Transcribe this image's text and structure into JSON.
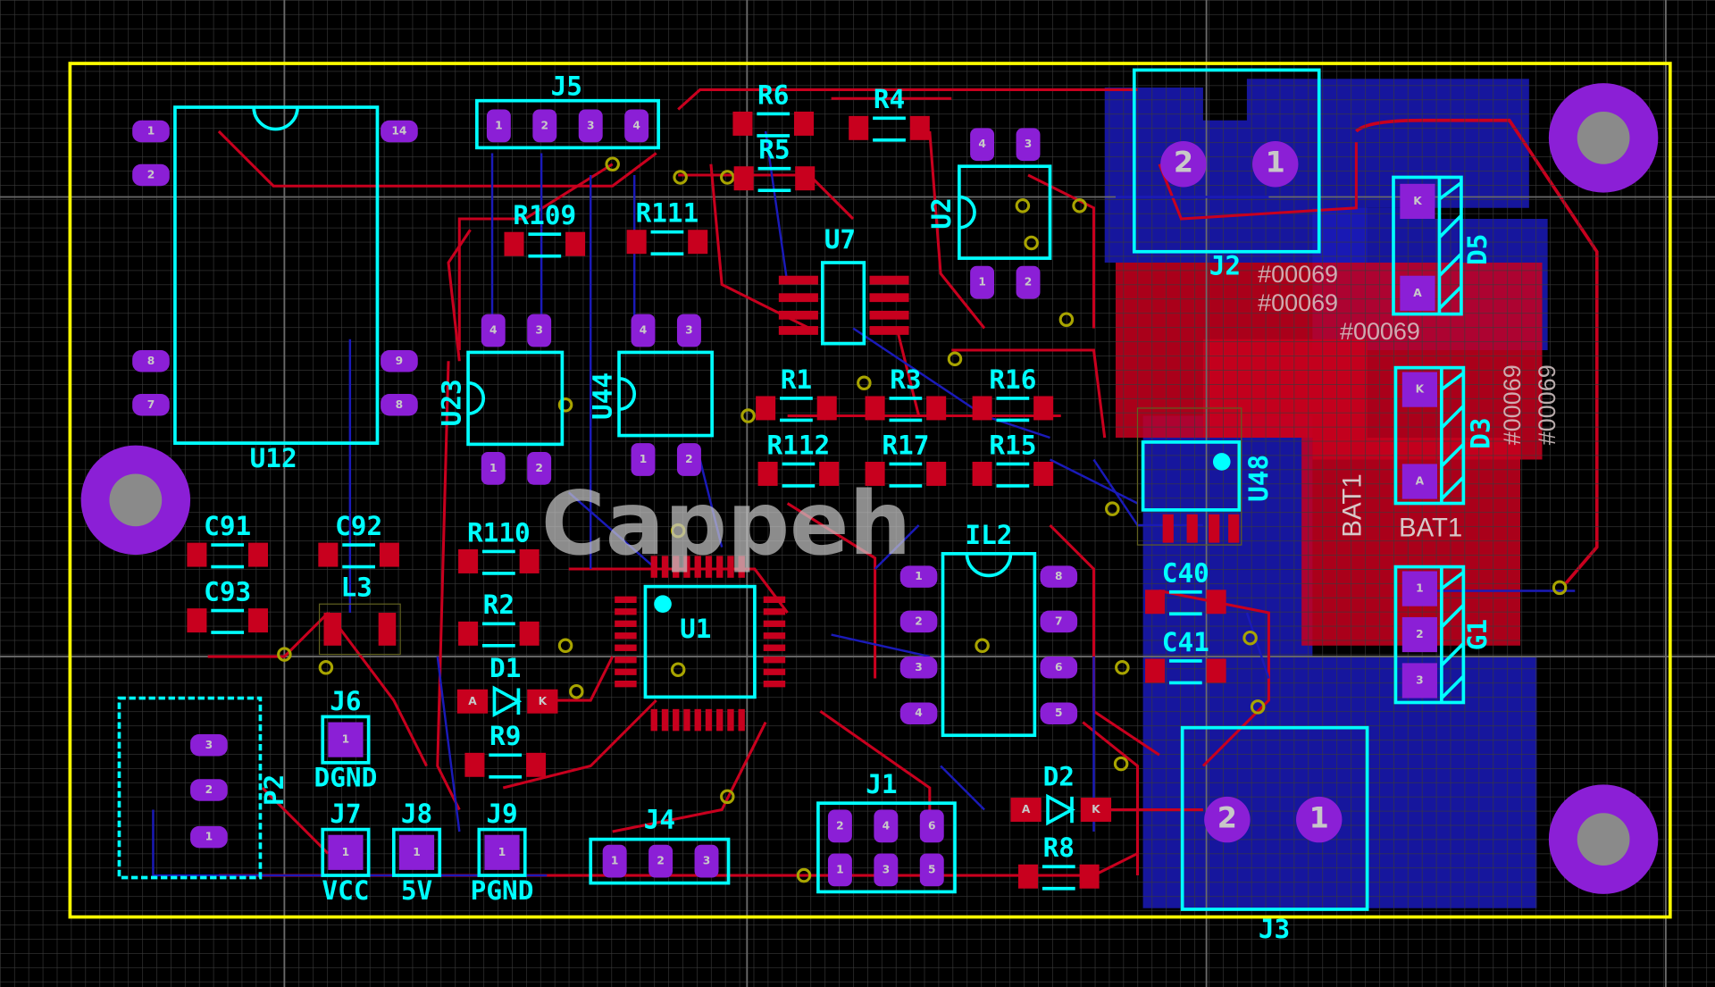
{
  "colors": {
    "board_outline": "#ffff00",
    "silkscreen": "#00ffff",
    "pad": "#8b1fd6",
    "top_copper": "#c8001e",
    "bottom_copper": "#1a1ab8",
    "via": "#a8a400",
    "grid": "#3a3a3a"
  },
  "watermark": "Cappeh",
  "net_labels": [
    "#00069",
    "#00069",
    "#00069",
    "#00069",
    "#00069"
  ],
  "components": {
    "U12": {
      "label": "U12",
      "pads": [
        "1",
        "2",
        "8",
        "7",
        "14",
        "9",
        "8"
      ]
    },
    "J5": {
      "label": "J5",
      "pads": [
        "1",
        "2",
        "3",
        "4"
      ]
    },
    "R6": {
      "label": "R6"
    },
    "R5": {
      "label": "R5"
    },
    "R4": {
      "label": "R4"
    },
    "R109": {
      "label": "R109"
    },
    "R111": {
      "label": "R111"
    },
    "U2": {
      "label": "U2",
      "pads": [
        "4",
        "3",
        "1",
        "2"
      ]
    },
    "U7": {
      "label": "U7"
    },
    "U23": {
      "label": "U23",
      "pads": [
        "4",
        "3",
        "1",
        "2"
      ]
    },
    "U44": {
      "label": "U44",
      "pads": [
        "4",
        "3",
        "1",
        "2"
      ]
    },
    "R1": {
      "label": "R1"
    },
    "R3": {
      "label": "R3"
    },
    "R16": {
      "label": "R16"
    },
    "R112": {
      "label": "R112"
    },
    "R17": {
      "label": "R17"
    },
    "R15": {
      "label": "R15"
    },
    "J2": {
      "label": "J2",
      "pads": [
        "2",
        "1"
      ]
    },
    "D5": {
      "label": "D5",
      "pads": [
        "K",
        "A"
      ]
    },
    "D3": {
      "label": "D3",
      "pads": [
        "K",
        "A"
      ]
    },
    "BAT1": {
      "label": "BAT1",
      "label2": "BAT1"
    },
    "G1": {
      "label": "G1",
      "pads": [
        "1",
        "2",
        "3"
      ]
    },
    "U48": {
      "label": "U48"
    },
    "C40": {
      "label": "C40"
    },
    "C41": {
      "label": "C41"
    },
    "IL2": {
      "label": "IL2",
      "pads": [
        "1",
        "2",
        "3",
        "4",
        "8",
        "7",
        "6",
        "5"
      ]
    },
    "U1": {
      "label": "U1"
    },
    "R110": {
      "label": "R110"
    },
    "R2": {
      "label": "R2"
    },
    "D1": {
      "label": "D1",
      "pads": [
        "A",
        "K"
      ]
    },
    "R9": {
      "label": "R9"
    },
    "C91": {
      "label": "C91"
    },
    "C93": {
      "label": "C93"
    },
    "C92": {
      "label": "C92"
    },
    "L3": {
      "label": "L3"
    },
    "P2": {
      "label": "P2",
      "pads": [
        "3",
        "2",
        "1"
      ]
    },
    "J6": {
      "label": "J6",
      "net": "DGND",
      "pads": [
        "1"
      ]
    },
    "J7": {
      "label": "J7",
      "net": "VCC",
      "pads": [
        "1"
      ]
    },
    "J8": {
      "label": "J8",
      "net": "5V",
      "pads": [
        "1"
      ]
    },
    "J9": {
      "label": "J9",
      "net": "PGND",
      "pads": [
        "1"
      ]
    },
    "J4": {
      "label": "J4",
      "pads": [
        "1",
        "2",
        "3"
      ]
    },
    "J1": {
      "label": "J1",
      "pads": [
        "2",
        "4",
        "6",
        "1",
        "3",
        "5"
      ]
    },
    "D2": {
      "label": "D2",
      "pads": [
        "A",
        "K"
      ]
    },
    "R8": {
      "label": "R8"
    },
    "J3": {
      "label": "J3",
      "pads": [
        "2",
        "1"
      ]
    }
  }
}
